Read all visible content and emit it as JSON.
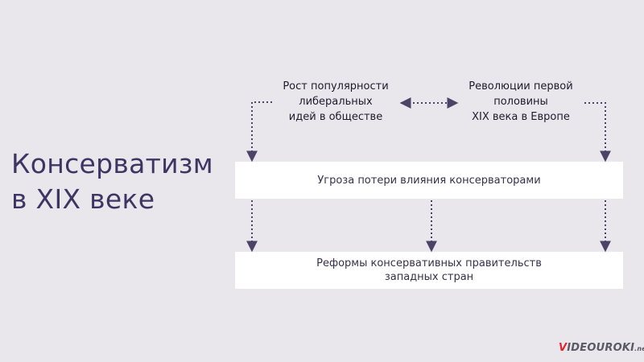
{
  "title": {
    "line1": "Консерватизм",
    "line2": "в XIX веке"
  },
  "causes": [
    {
      "lines": [
        "Рост популярности",
        "либеральных",
        "идей в обществе"
      ]
    },
    {
      "lines": [
        "Революции первой",
        "половины",
        "XIX века в Европе"
      ]
    }
  ],
  "threat": "Угроза потери влияния консерваторами",
  "reforms": {
    "line1": "Реформы консервативных правительств",
    "line2": "западных стран"
  },
  "logo": {
    "first": "V",
    "rest": "IDEOUROKI",
    "suffix": ".net"
  },
  "colors": {
    "background": "#e9e7ec",
    "arrow": "#4a4466",
    "title": "#3d3663"
  }
}
